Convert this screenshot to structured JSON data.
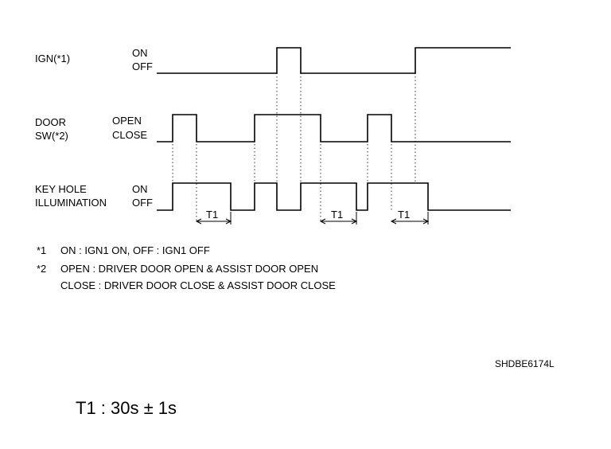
{
  "signals": [
    {
      "name": "IGN(*1)",
      "name2": "",
      "state_high": "ON",
      "state_low": "OFF"
    },
    {
      "name": "DOOR",
      "name2": "SW(*2)",
      "state_high": "OPEN",
      "state_low": "CLOSE"
    },
    {
      "name": "KEY HOLE",
      "name2": "ILLUMINATION",
      "state_high": "ON",
      "state_low": "OFF"
    }
  ],
  "timing_labels": [
    "T1",
    "T1",
    "T1"
  ],
  "notes": {
    "n1_mark": "*1",
    "n1_text": "ON : IGN1 ON, OFF : IGN1 OFF",
    "n2_mark": "*2",
    "n2_text": "OPEN : DRIVER DOOR OPEN & ASSIST DOOR OPEN",
    "n3_text": "CLOSE : DRIVER DOOR CLOSE & ASSIST DOOR CLOSE"
  },
  "figure_code": "SHDBE6174L",
  "formula": "T1 : 30s ± 1s"
}
